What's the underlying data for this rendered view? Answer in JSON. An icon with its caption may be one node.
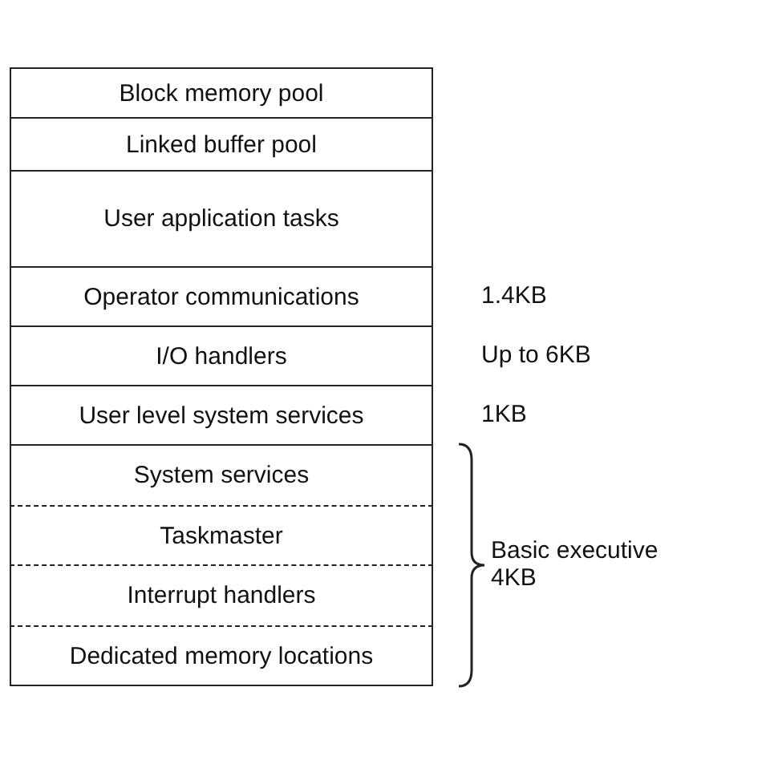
{
  "diagram": {
    "nodes": [
      {
        "text": [
          "Block memory pool"
        ]
      },
      {
        "text": [
          "Linked buffer pool"
        ]
      },
      {
        "text": [
          "User application tasks"
        ]
      },
      {
        "text": [
          "Operator communications"
        ],
        "beside": [
          "1.4KB"
        ]
      },
      {
        "text": [
          "I/O handlers"
        ],
        "beside": [
          "Up to 6KB"
        ]
      },
      {
        "text": [
          "User level system services"
        ],
        "beside": [
          "1KB"
        ]
      },
      {
        "text": [
          "System services"
        ]
      },
      {
        "text": [
          "Taskmaster"
        ]
      },
      {
        "text": [
          "Interrupt handlers"
        ]
      },
      {
        "text": [
          "Dedicated memory locations"
        ]
      }
    ],
    "edges": [],
    "labels": [
      "Basic executive 4KB"
    ]
  }
}
